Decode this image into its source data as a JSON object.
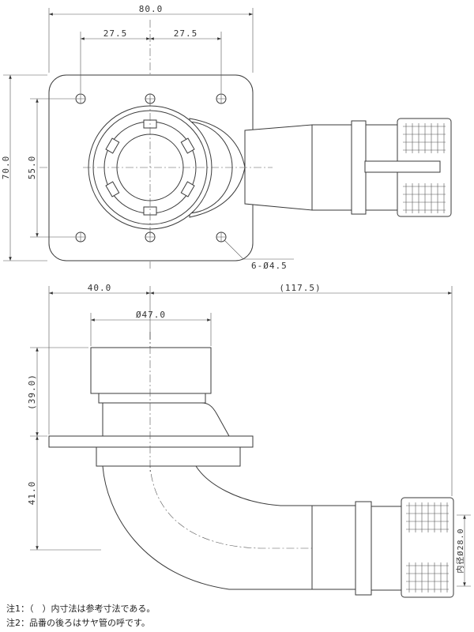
{
  "top_view": {
    "width_total": "80.0",
    "pitch_left": "27.5",
    "pitch_right": "27.5",
    "height_total": "70.0",
    "height_inner": "55.0",
    "hole_note": "6-Ø4.5"
  },
  "side_view": {
    "offset": "40.0",
    "length_ref": "(117.5)",
    "body_diameter": "Ø47.0",
    "height_ref": "(39.0)",
    "height_lower": "41.0",
    "outlet_bore": "内径Ø28.0"
  },
  "notes": [
    "注1：（　）内寸法は参考寸法である。",
    "注2：品番の後ろはサヤ管の呼です。"
  ]
}
